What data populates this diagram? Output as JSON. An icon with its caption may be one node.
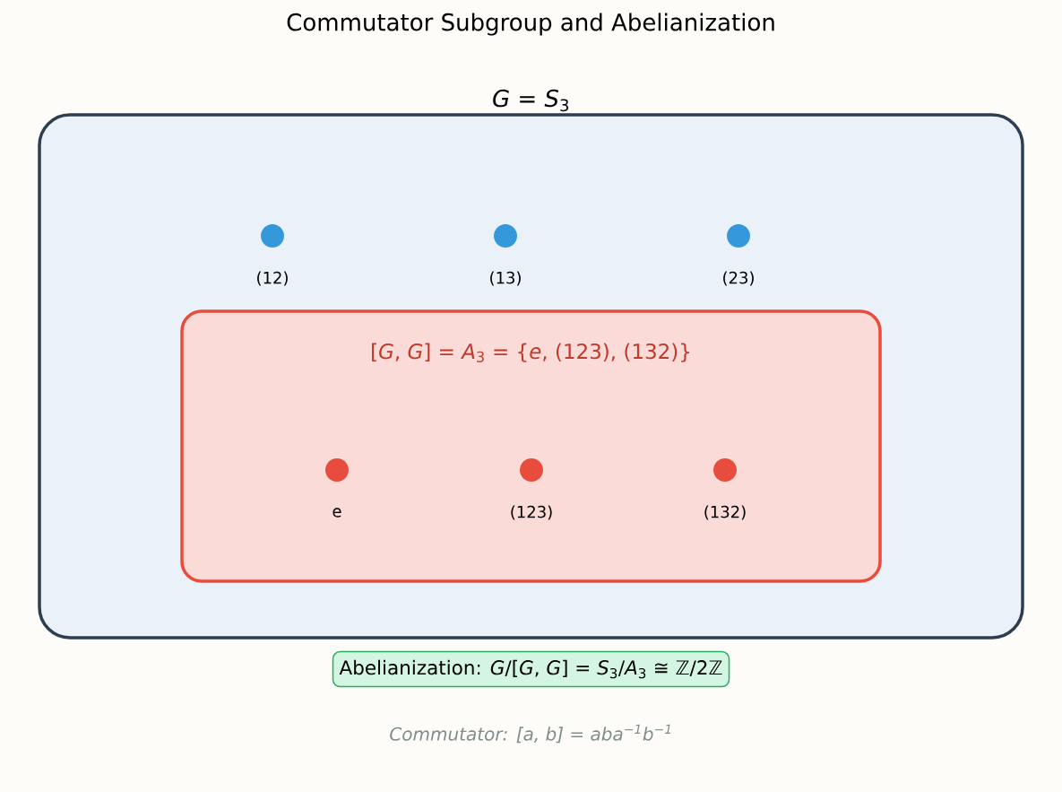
{
  "diagram": {
    "title": "Commutator Subgroup and Abelianization",
    "nodes": [
      {
        "text": [
          "*G* = *S*$_{3}$"
        ]
      },
      {
        "text": [
          "[*G*, *G*] = *A*$_{3}$ = {*e*, (123), (132)}"
        ],
        "in": 0
      },
      {
        "text": [],
        "shape": "circle",
        "in": 0,
        "beside": [
          "(12)"
        ]
      },
      {
        "text": [],
        "shape": "circle",
        "in": 0,
        "beside": [
          "(13)"
        ]
      },
      {
        "text": [],
        "shape": "circle",
        "in": 0,
        "beside": [
          "(23)"
        ]
      },
      {
        "text": [],
        "shape": "circle",
        "in": 1,
        "beside": [
          "e"
        ]
      },
      {
        "text": [],
        "shape": "circle",
        "in": 1,
        "beside": [
          "(123)"
        ]
      },
      {
        "text": [],
        "shape": "circle",
        "in": 1,
        "beside": [
          "(132)"
        ]
      },
      {
        "text": [
          "Abelianization: *G*/[*G*, *G*] = *S*$_{3}$/*A*$_{3}$ ≅ ℤ/2ℤ"
        ]
      }
    ],
    "labels": [
      "Commutator: [a, b] = aba$^{−1}$b$^{−1}$"
    ]
  }
}
